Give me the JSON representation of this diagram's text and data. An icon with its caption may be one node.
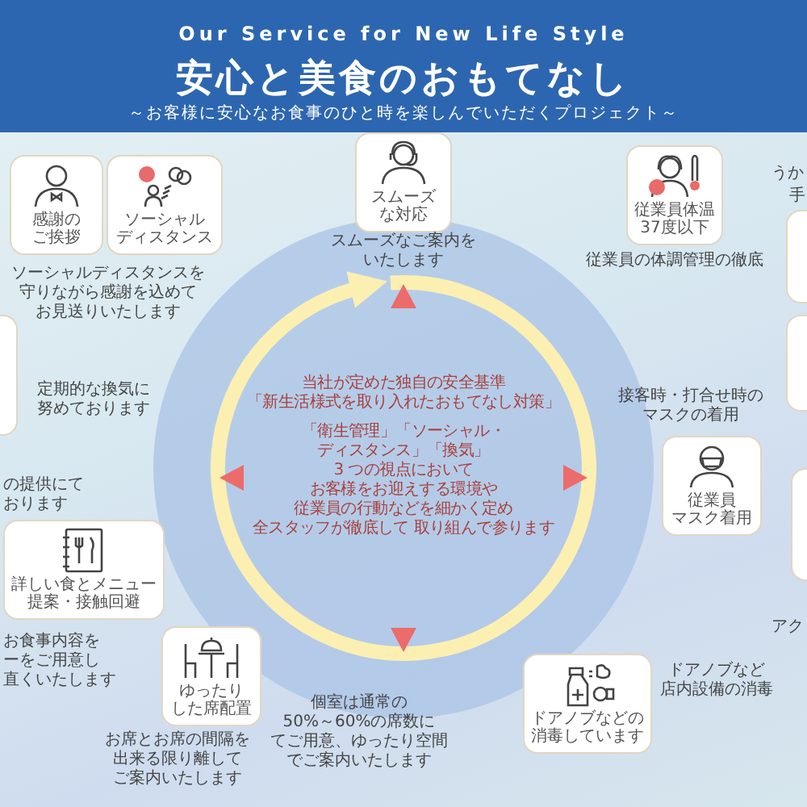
{
  "diagram": {
    "title": "安心と美食のおもてなし",
    "nodes": [
      {
        "text": [
          "当社が定めた独自の安全基準「新生活様式を取り入れたおもてなし対策」",
          "「衛生管理」「ソーシャル・ディスタンス」「換気」3 つの視点においてお客様をお迎えする環境や従業員の行動などを細かく定め全スタッフが徹底して 取り組んで参ります"
        ]
      },
      {
        "text": [
          "感謝のご挨拶"
        ]
      },
      {
        "text": [
          "ソーシャルディスタンス"
        ]
      },
      {
        "text": [
          "スムーズな対応"
        ],
        "beside": [
          "スムーズなご案内をいたします"
        ]
      },
      {
        "text": [
          "従業員体温37度以下"
        ],
        "beside": [
          "従業員の体調管理の徹底"
        ]
      },
      {
        "text": [],
        "shape": "box"
      },
      {
        "text": [],
        "shape": "box"
      },
      {
        "text": [],
        "shape": "box"
      },
      {
        "text": [
          "従業員マスク着用"
        ]
      },
      {
        "text": [],
        "shape": "box"
      },
      {
        "text": [
          "詳しい食とメニュー提案・接触回避"
        ],
        "beside": [
          "お食事内容をーをご用意し直くいたします"
        ]
      },
      {
        "text": [
          "ゆったりした席配置"
        ],
        "beside": [
          "お席とお席の間隔を出来る限り離してご案内いたします"
        ]
      },
      {
        "text": [
          "ドアノブなどの消毒しています"
        ],
        "beside": [
          "ドアノブなど店内設備の消毒"
        ]
      }
    ],
    "labels": [
      "Our Service for New Life Style",
      "～お客様に安心なお食事のひと時を楽しんでいただくプロジェクト～",
      "うか",
      "手",
      "ソーシャルディスタンスを守りながら感謝を込めてお見送りいたします",
      "定期的な換気に努めております",
      "接客時・打合せ時のマスクの着用",
      "の提供にております",
      "個室は通常の50%～60%の席数にてご用意、ゆったり空間でご案内いたします",
      "アク"
    ]
  }
}
